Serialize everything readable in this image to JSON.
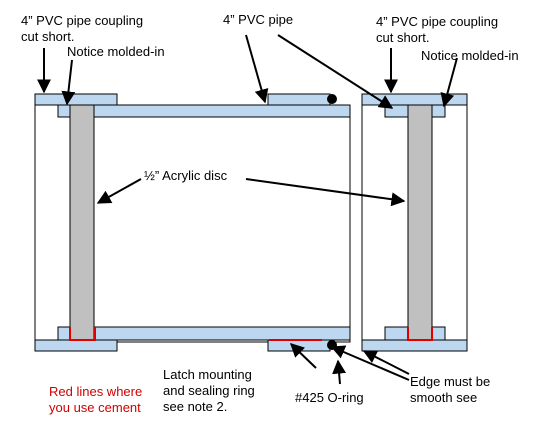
{
  "labels": {
    "coupling_left_line1": "4” PVC pipe coupling",
    "coupling_left_line2": "cut short.",
    "notice_left": "Notice molded-in",
    "pvc_pipe": "4” PVC pipe",
    "coupling_right_line1": "4” PVC pipe coupling",
    "coupling_right_line2": "cut short.",
    "notice_right": "Notice molded-in",
    "acrylic_disc": "½” Acrylic disc",
    "latch_line1": "Latch mounting",
    "latch_line2": "and sealing ring",
    "latch_line3": "see note 2.",
    "oring": "#425 O-ring",
    "edge_line1": "Edge must be",
    "edge_line2": "smooth see",
    "red_line1": "Red lines where",
    "red_line2": "you use cement"
  },
  "colors": {
    "pvc_fill": "#bdd7f0",
    "disc_fill": "#c0c0c0",
    "cement": "#e00000",
    "outline": "#000000"
  }
}
